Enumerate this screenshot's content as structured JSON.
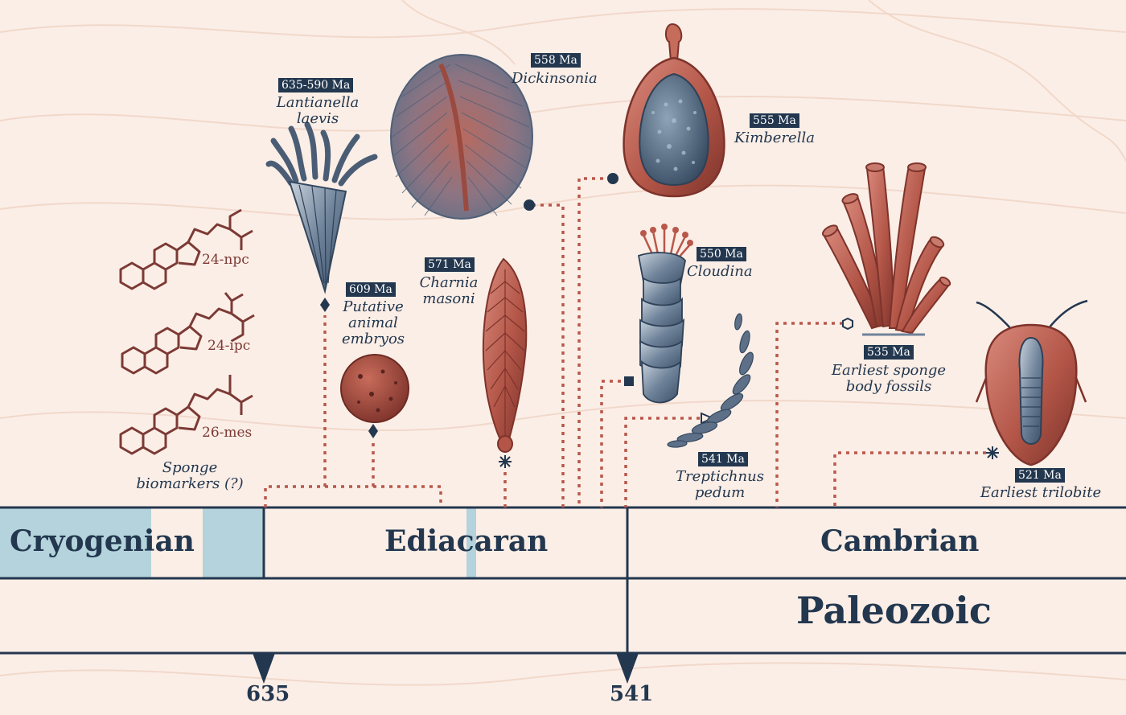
{
  "colors": {
    "background": "#fbeee6",
    "navy": "#23374f",
    "rust": "#b9574a",
    "dark_rust": "#7c3a35",
    "glacial": "#b4d3dc"
  },
  "periods": {
    "cryogenian": "Cryogenian",
    "ediacaran": "Ediacaran",
    "cambrian": "Cambrian"
  },
  "era": {
    "paleozoic": "Paleozoic"
  },
  "boundaries": {
    "b635": "635",
    "b541": "541"
  },
  "biomarkers": {
    "npc": "24-npc",
    "ipc": "24-ipc",
    "mes": "26-mes",
    "label_line1": "Sponge",
    "label_line2": "biomarkers (?)"
  },
  "fossils": {
    "lantianella": {
      "age": "635-590 Ma",
      "line1": "Lantianella",
      "line2": "laevis"
    },
    "embryos": {
      "age": "609 Ma",
      "line1": "Putative",
      "line2": "animal",
      "line3": "embryos"
    },
    "dickinsonia": {
      "age": "558 Ma",
      "line1": "Dickinsonia"
    },
    "charnia": {
      "age": "571 Ma",
      "line1": "Charnia",
      "line2": "masoni"
    },
    "kimberella": {
      "age": "555 Ma",
      "line1": "Kimberella"
    },
    "cloudina": {
      "age": "550 Ma",
      "line1": "Cloudina"
    },
    "treptichnus": {
      "age": "541 Ma",
      "line1": "Treptichnus",
      "line2": "pedum"
    },
    "sponge": {
      "age": "535 Ma",
      "line1": "Earliest sponge",
      "line2": "body fossils"
    },
    "trilobite": {
      "age": "521 Ma",
      "line1": "Earliest trilobite"
    }
  },
  "icons": [
    "diamond-marker",
    "star-marker",
    "circle-marker",
    "square-marker",
    "triangle-marker",
    "hexagon-marker",
    "asterisk-marker"
  ]
}
